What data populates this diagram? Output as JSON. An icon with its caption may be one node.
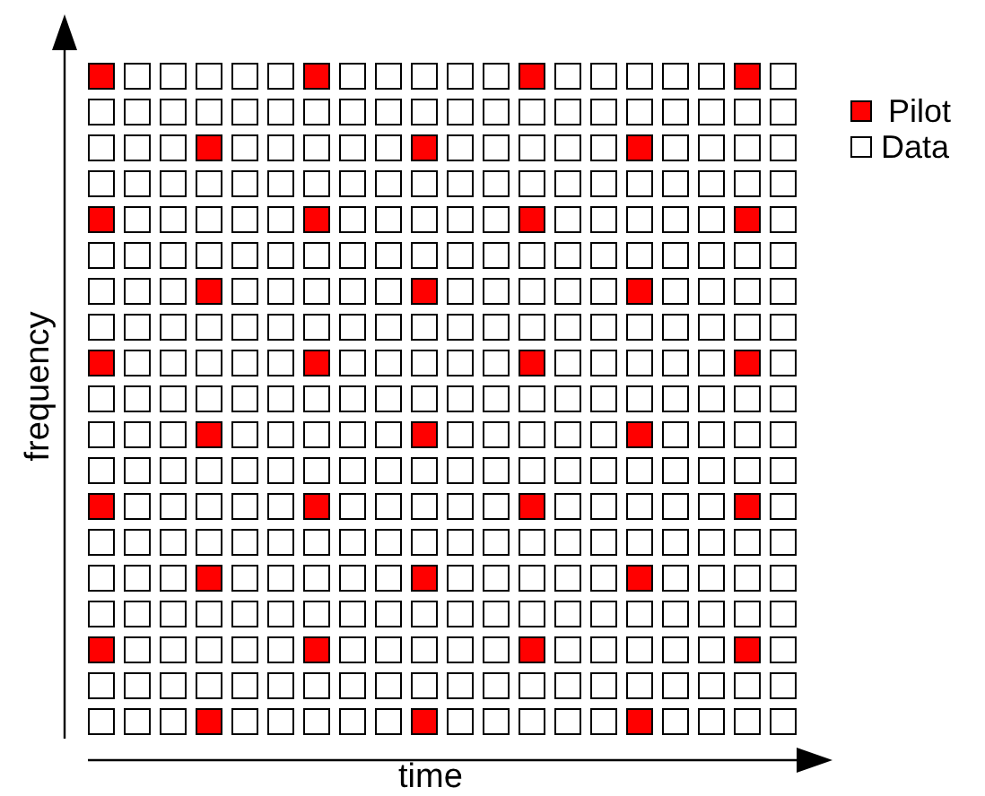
{
  "diagram": {
    "labels": [
      "frequency",
      "time"
    ],
    "legend": [
      {
        "text": "Pilot",
        "color": "#ff0000"
      },
      {
        "text": "Data",
        "color": "#ffffff"
      }
    ]
  }
}
